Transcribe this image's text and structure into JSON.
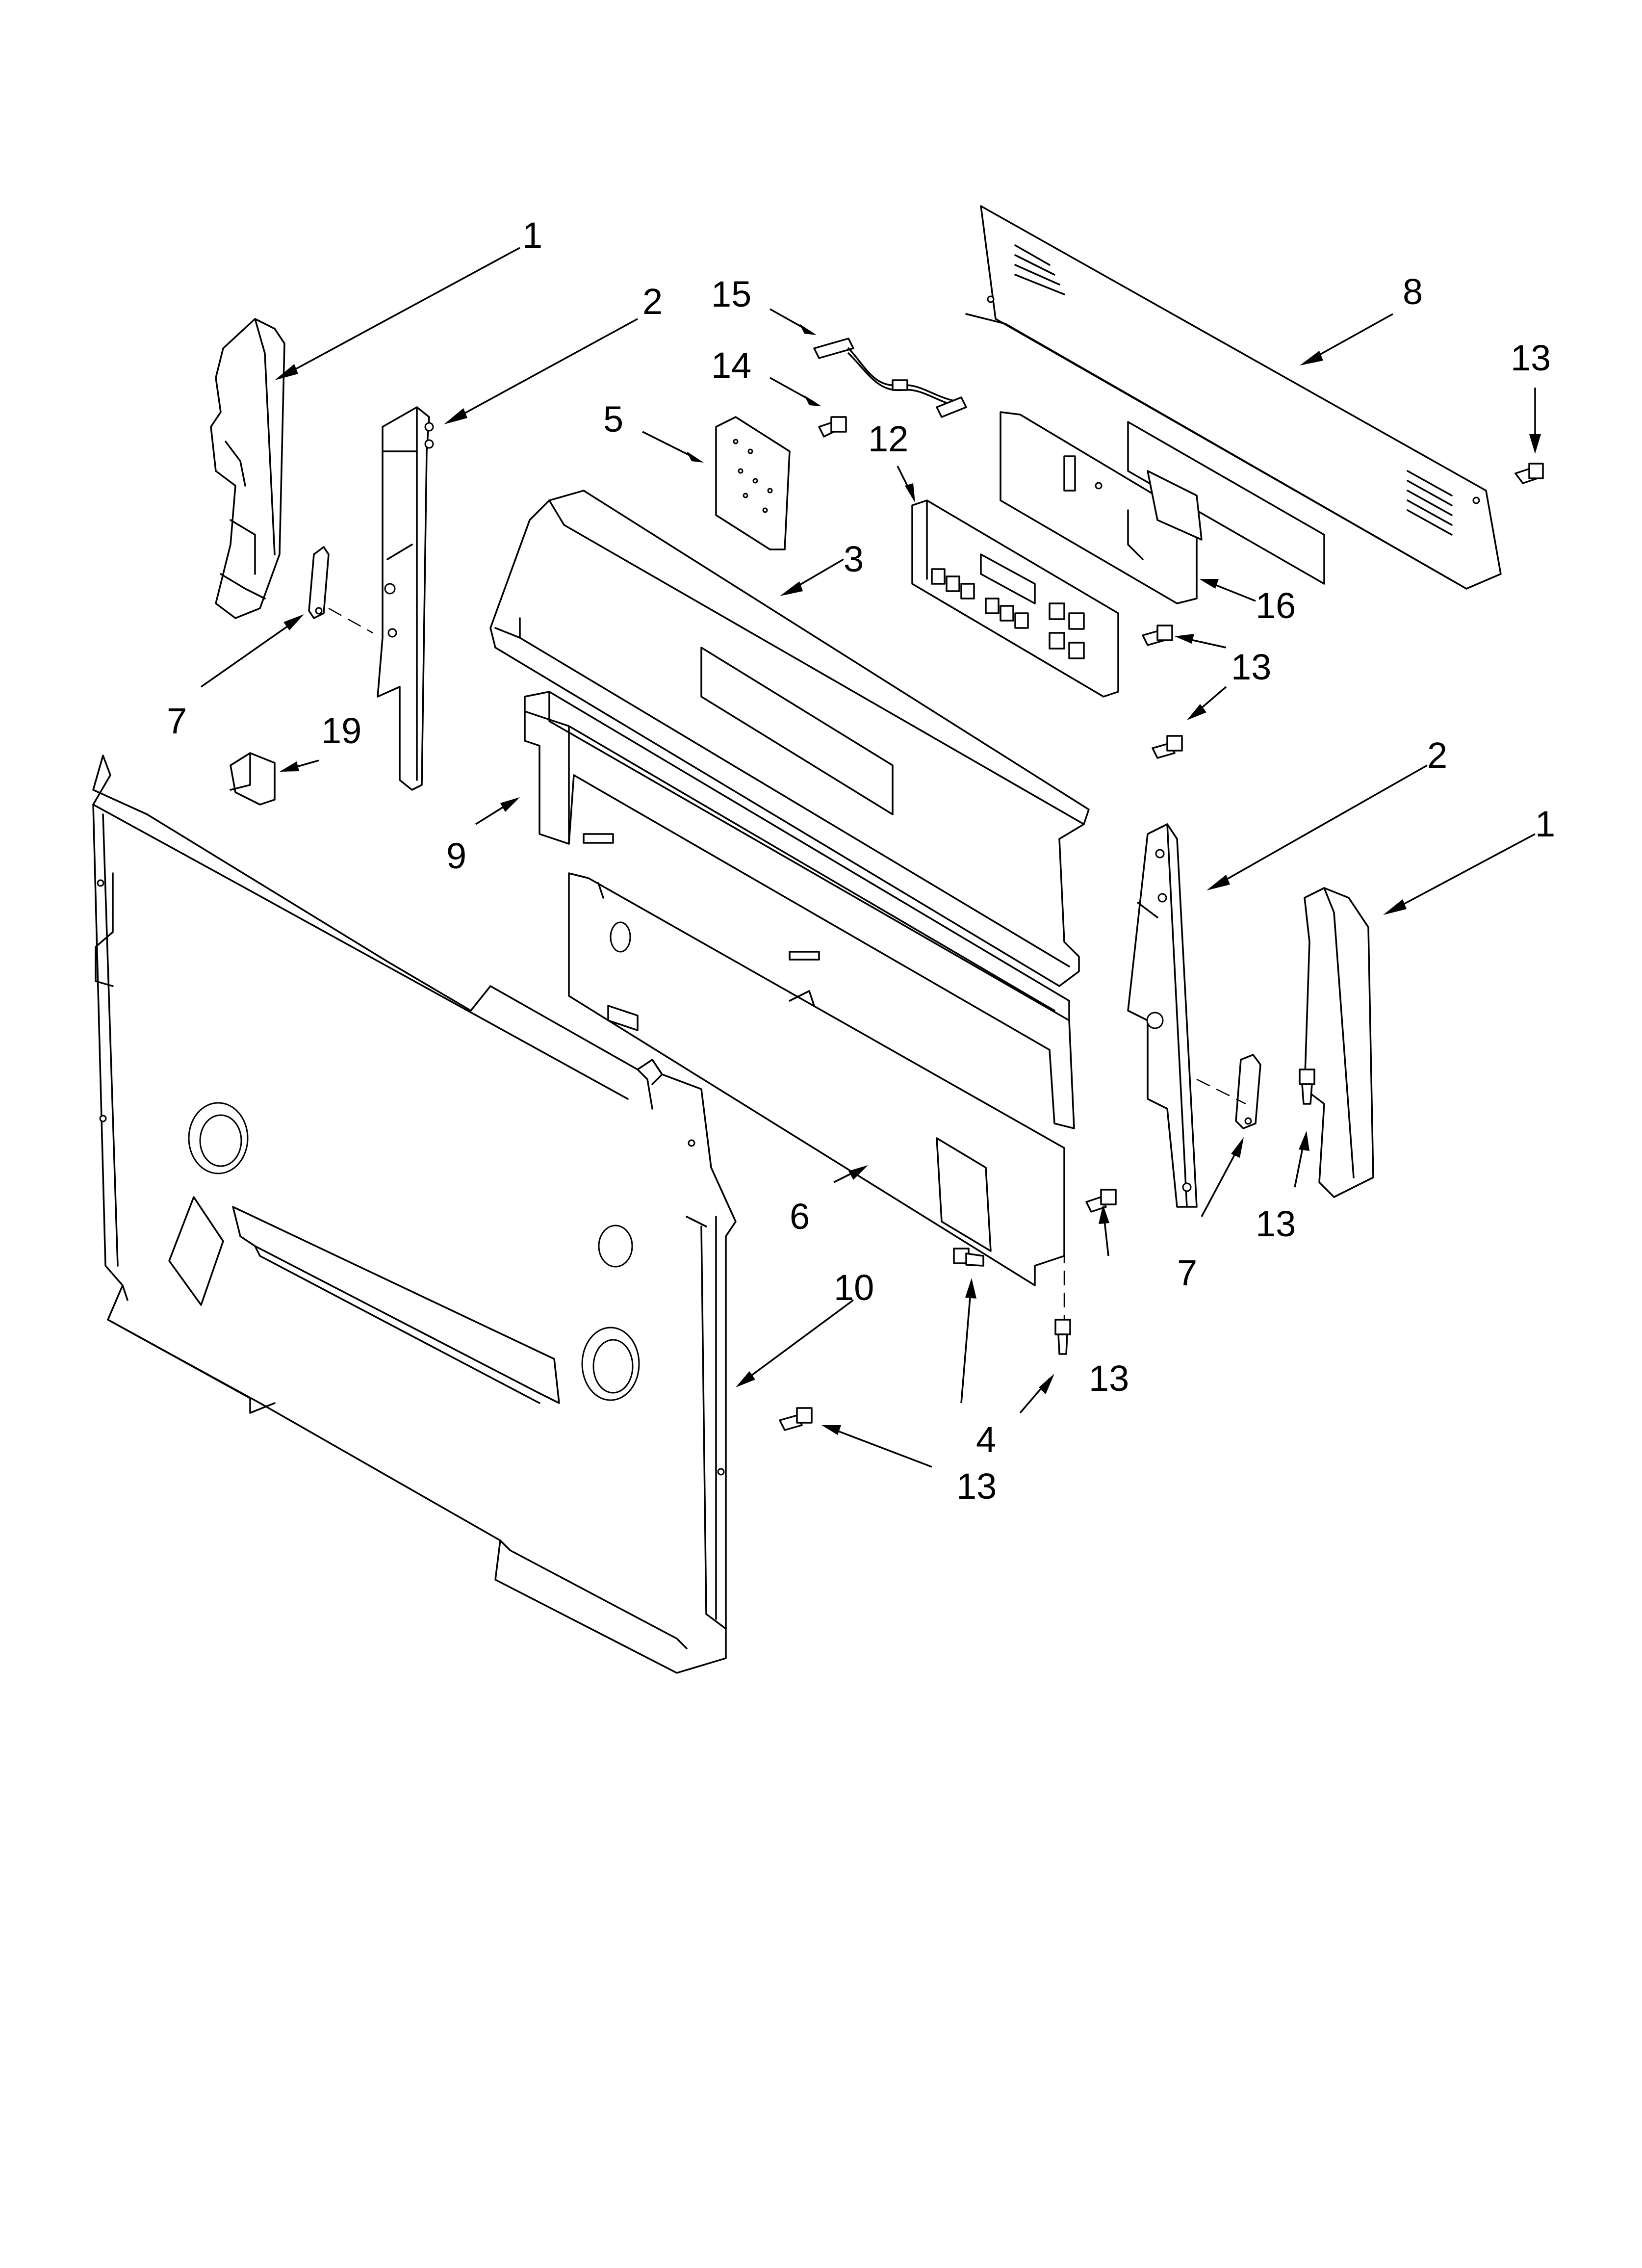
{
  "callouts": [
    {
      "id": "c1a",
      "text": "1"
    },
    {
      "id": "c2a",
      "text": "2"
    },
    {
      "id": "c15",
      "text": "15"
    },
    {
      "id": "c14",
      "text": "14"
    },
    {
      "id": "c5",
      "text": "5"
    },
    {
      "id": "c12",
      "text": "12"
    },
    {
      "id": "c3",
      "text": "3"
    },
    {
      "id": "c8",
      "text": "8"
    },
    {
      "id": "c13a",
      "text": "13"
    },
    {
      "id": "c16",
      "text": "16"
    },
    {
      "id": "c13b",
      "text": "13"
    },
    {
      "id": "c7a",
      "text": "7"
    },
    {
      "id": "c19",
      "text": "19"
    },
    {
      "id": "c13c",
      "text": "13"
    },
    {
      "id": "c9",
      "text": "9"
    },
    {
      "id": "c2b",
      "text": "2"
    },
    {
      "id": "c1b",
      "text": "1"
    },
    {
      "id": "c6",
      "text": "6"
    },
    {
      "id": "c13d",
      "text": "13"
    },
    {
      "id": "c7b",
      "text": "7"
    },
    {
      "id": "c10",
      "text": "10"
    },
    {
      "id": "c13e",
      "text": "13"
    },
    {
      "id": "c4",
      "text": "4"
    },
    {
      "id": "c13f",
      "text": "13"
    }
  ]
}
